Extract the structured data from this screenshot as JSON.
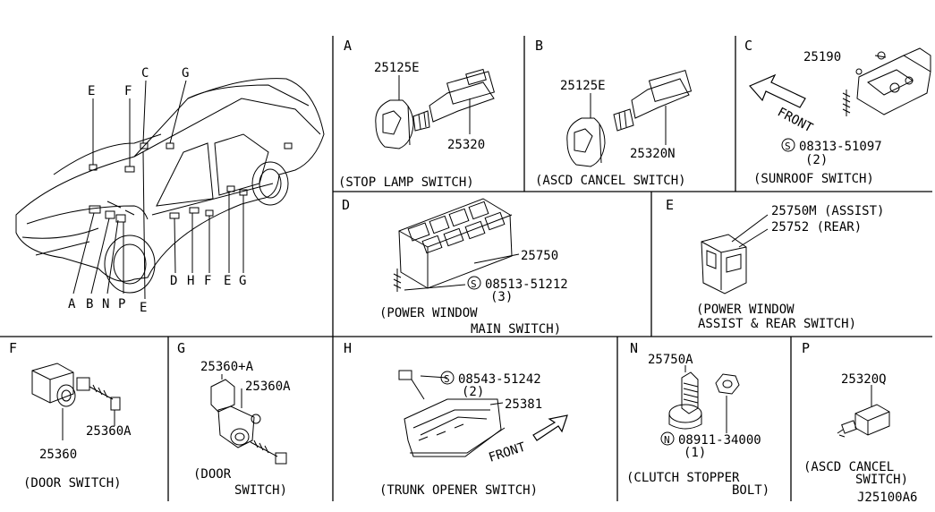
{
  "diagram": {
    "code": "J25100A6",
    "overview": {
      "callouts_top": [
        "E",
        "F",
        "C",
        "G"
      ],
      "callouts_bottom": [
        "A",
        "B",
        "N",
        "P",
        "E",
        "D",
        "H",
        "F",
        "E",
        "G"
      ]
    },
    "panels": {
      "A": {
        "letter": "A",
        "parts": [
          "25125E",
          "25320"
        ],
        "caption": "(STOP LAMP SWITCH)"
      },
      "B": {
        "letter": "B",
        "parts": [
          "25125E",
          "25320N"
        ],
        "caption": "(ASCD CANCEL SWITCH)"
      },
      "C": {
        "letter": "C",
        "parts": [
          "25190",
          "08313-51097",
          "(2)"
        ],
        "arrow": "FRONT",
        "caption": "(SUNROOF SWITCH)"
      },
      "D": {
        "letter": "D",
        "parts": [
          "25750",
          "08513-51212",
          "(3)"
        ],
        "caption1": "(POWER WINDOW",
        "caption2": "MAIN SWITCH)"
      },
      "E": {
        "letter": "E",
        "parts": [
          "25750M (ASSIST)",
          "25752  (REAR)"
        ],
        "caption1": "(POWER WINDOW",
        "caption2": "ASSIST & REAR  SWITCH)"
      },
      "F": {
        "letter": "F",
        "parts": [
          "25360A",
          "25360"
        ],
        "caption": "(DOOR SWITCH)"
      },
      "G": {
        "letter": "G",
        "parts": [
          "25360+A",
          "25360A"
        ],
        "caption1": "(DOOR",
        "caption2": "SWITCH)"
      },
      "H": {
        "letter": "H",
        "parts": [
          "08543-51242",
          "(2)",
          "25381"
        ],
        "arrow": "FRONT",
        "caption": "(TRUNK OPENER SWITCH)"
      },
      "N": {
        "letter": "N",
        "parts": [
          "25750A",
          "08911-34000",
          "(1)"
        ],
        "caption1": "(CLUTCH STOPPER",
        "caption2": "BOLT)"
      },
      "P": {
        "letter": "P",
        "parts": [
          "25320Q"
        ],
        "caption1": "(ASCD CANCEL",
        "caption2": "SWITCH)"
      }
    },
    "prefix": {
      "S": "S",
      "N": "N"
    }
  }
}
